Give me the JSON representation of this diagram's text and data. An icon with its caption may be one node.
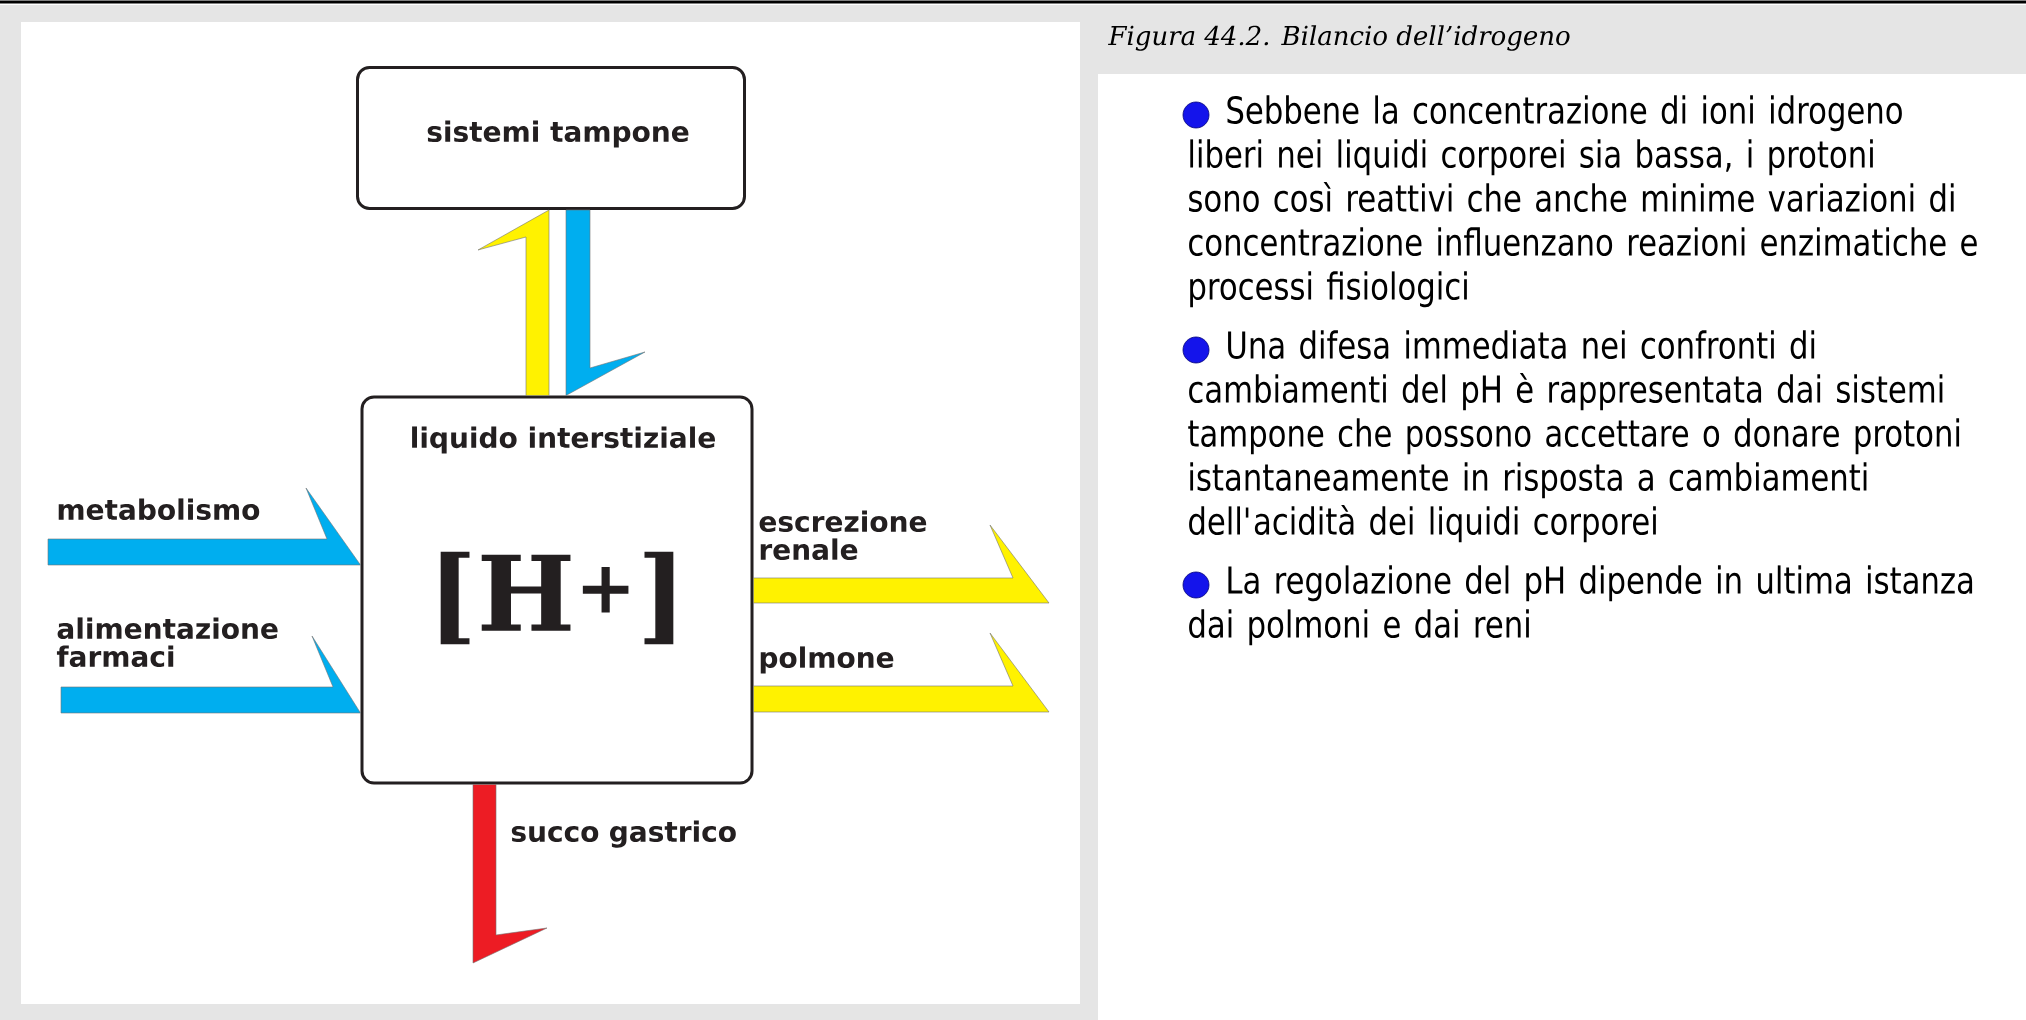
{
  "diagram": {
    "caption": "Figura 44.2. Bilancio dell’idrogeno",
    "nodes": [
      {
        "text": [
          "sistemi tampone"
        ]
      },
      {
        "text": [
          "liquido interstiziale",
          "[H$^{+}$]"
        ]
      }
    ],
    "edges": [
      {
        "from": 1,
        "to": 0,
        "arrow": "to",
        "color": "#fff200"
      },
      {
        "from": 0,
        "to": 1,
        "arrow": "to",
        "color": "#00aeef"
      },
      {
        "from": null,
        "to": 1,
        "arrow": "to",
        "label": "metabolismo",
        "color": "#00aeef"
      },
      {
        "from": null,
        "to": 1,
        "arrow": "to",
        "label": "alimentazione farmaci",
        "color": "#00aeef"
      },
      {
        "from": 1,
        "to": null,
        "arrow": "to",
        "label": "escrezione renale",
        "color": "#fff200"
      },
      {
        "from": 1,
        "to": null,
        "arrow": "to",
        "label": "polmone",
        "color": "#fff200"
      },
      {
        "from": 1,
        "to": null,
        "arrow": "to",
        "label": "succo gastrico",
        "color": "#ed1c24"
      }
    ],
    "labels": [
      "Sebbene la concentrazione di ioni idrogeno liberi nei liquidi corporei sia bassa, i protoni sono così reattivi che anche minime variazioni di concentrazione influenzano reazioni enzimatiche e processi fisiologici",
      "Una difesa immediata nei confronti di cambiamenti del pH è rappresentata dai sistemi tampone che possono accettare o donare protoni istantaneamente in risposta a cambiamenti dell'acidità dei liquidi corporei",
      "La regolazione del pH dipende in ultima istanza dai polmoni e dai reni"
    ]
  }
}
